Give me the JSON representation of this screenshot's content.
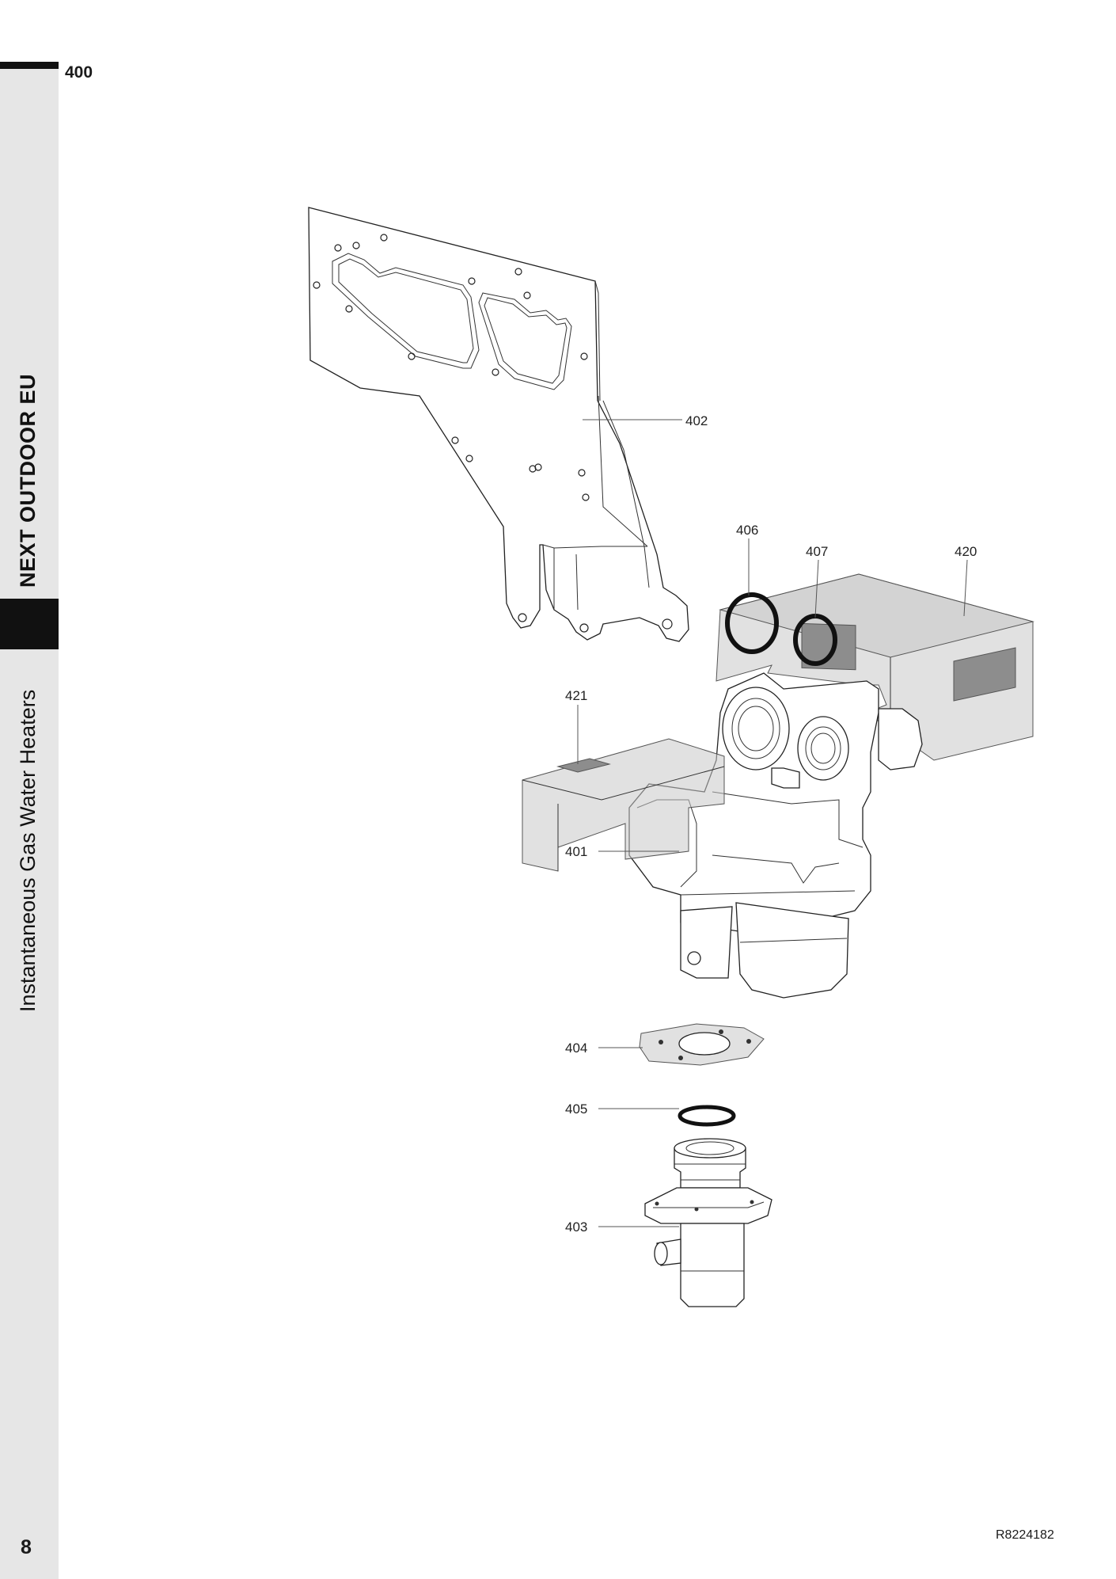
{
  "page": {
    "section_number": "400",
    "page_number": "8",
    "document_code": "R8224182",
    "product_title": "NEXT OUTDOOR EU",
    "category_title": "Instantaneous Gas Water Heaters"
  },
  "diagram": {
    "callouts": [
      {
        "id": "402",
        "label": "402"
      },
      {
        "id": "406",
        "label": "406"
      },
      {
        "id": "407",
        "label": "407"
      },
      {
        "id": "420",
        "label": "420"
      },
      {
        "id": "421",
        "label": "421"
      },
      {
        "id": "401",
        "label": "401"
      },
      {
        "id": "404",
        "label": "404"
      },
      {
        "id": "405",
        "label": "405"
      },
      {
        "id": "403",
        "label": "403"
      }
    ]
  }
}
